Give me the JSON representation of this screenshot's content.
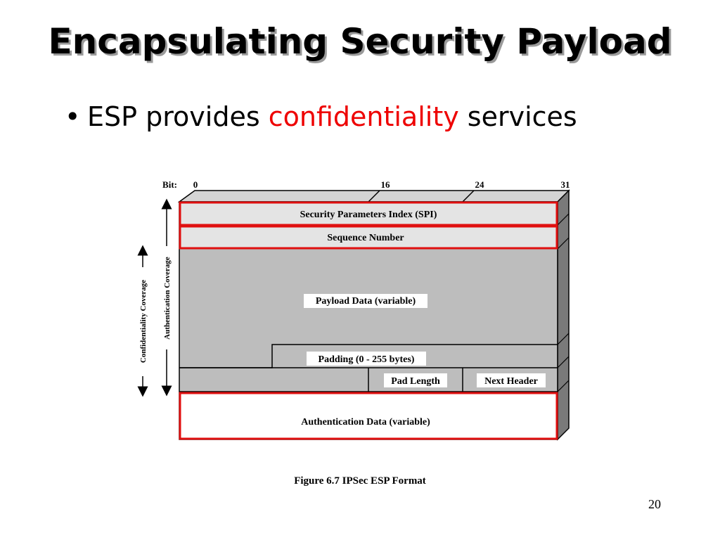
{
  "slide": {
    "title": "Encapsulating Security Payload",
    "bullet": {
      "marker": "•",
      "before": "ESP provides ",
      "highlight": "confidentiality",
      "after": " services"
    },
    "page_number": "20",
    "colors": {
      "highlight": "#ee0000",
      "outline": "#e01010"
    }
  },
  "diagram": {
    "bit_label": "Bit:",
    "bit_marks": [
      "0",
      "16",
      "24",
      "31"
    ],
    "fields": {
      "spi": "Security Parameters Index (SPI)",
      "sequence": "Sequence Number",
      "payload": "Payload Data (variable)",
      "padding": "Padding (0 - 255 bytes)",
      "pad_length": "Pad Length",
      "next_header": "Next Header",
      "auth_data": "Authentication Data (variable)"
    },
    "coverage": {
      "confidentiality": "Confidentiality Coverage",
      "authentication": "Authentication Coverage"
    },
    "caption": "Figure 6.7  IPSec ESP Format"
  }
}
